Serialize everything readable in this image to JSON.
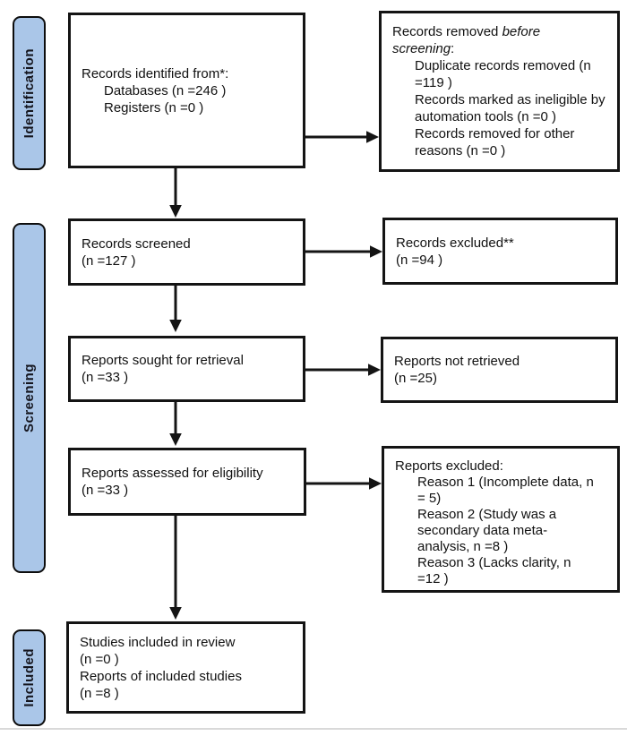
{
  "colors": {
    "stage_fill": "#aac6e8",
    "line_color": "#141414"
  },
  "stages": [
    {
      "label": "Identification"
    },
    {
      "label": "Screening"
    },
    {
      "label": "Included"
    }
  ],
  "boxes": {
    "identified": {
      "title": "Records identified from*:",
      "items": [
        "Databases (n =246 )",
        "Registers (n =0 )"
      ]
    },
    "removed": {
      "title_pre": "Records removed ",
      "title_italic": "before screening",
      "title_post": ":",
      "items": [
        "Duplicate records removed (n =119 )",
        "Records marked as ineligible by automation tools (n =0 )",
        "Records removed for other reasons (n =0 )"
      ]
    },
    "screened": {
      "lines": [
        "Records screened",
        "(n =127 )"
      ]
    },
    "excluded": {
      "lines": [
        "Records excluded**",
        "(n =94 )"
      ]
    },
    "sought": {
      "lines": [
        "Reports sought for retrieval",
        "(n =33 )"
      ]
    },
    "not_retrieved": {
      "lines": [
        "Reports not retrieved",
        "(n =25)"
      ]
    },
    "assessed": {
      "lines": [
        "Reports assessed for eligibility",
        "(n =33 )"
      ]
    },
    "reports_excluded": {
      "title": "Reports excluded:",
      "items": [
        "Reason 1 (Incomplete data, n = 5)",
        "Reason 2 (Study was a secondary data meta-analysis, n =8 )",
        "Reason 3 (Lacks clarity, n =12 )"
      ]
    },
    "included": {
      "lines": [
        "Studies included in review",
        "(n =0 )",
        "Reports of included studies",
        "(n =8 )"
      ]
    }
  }
}
